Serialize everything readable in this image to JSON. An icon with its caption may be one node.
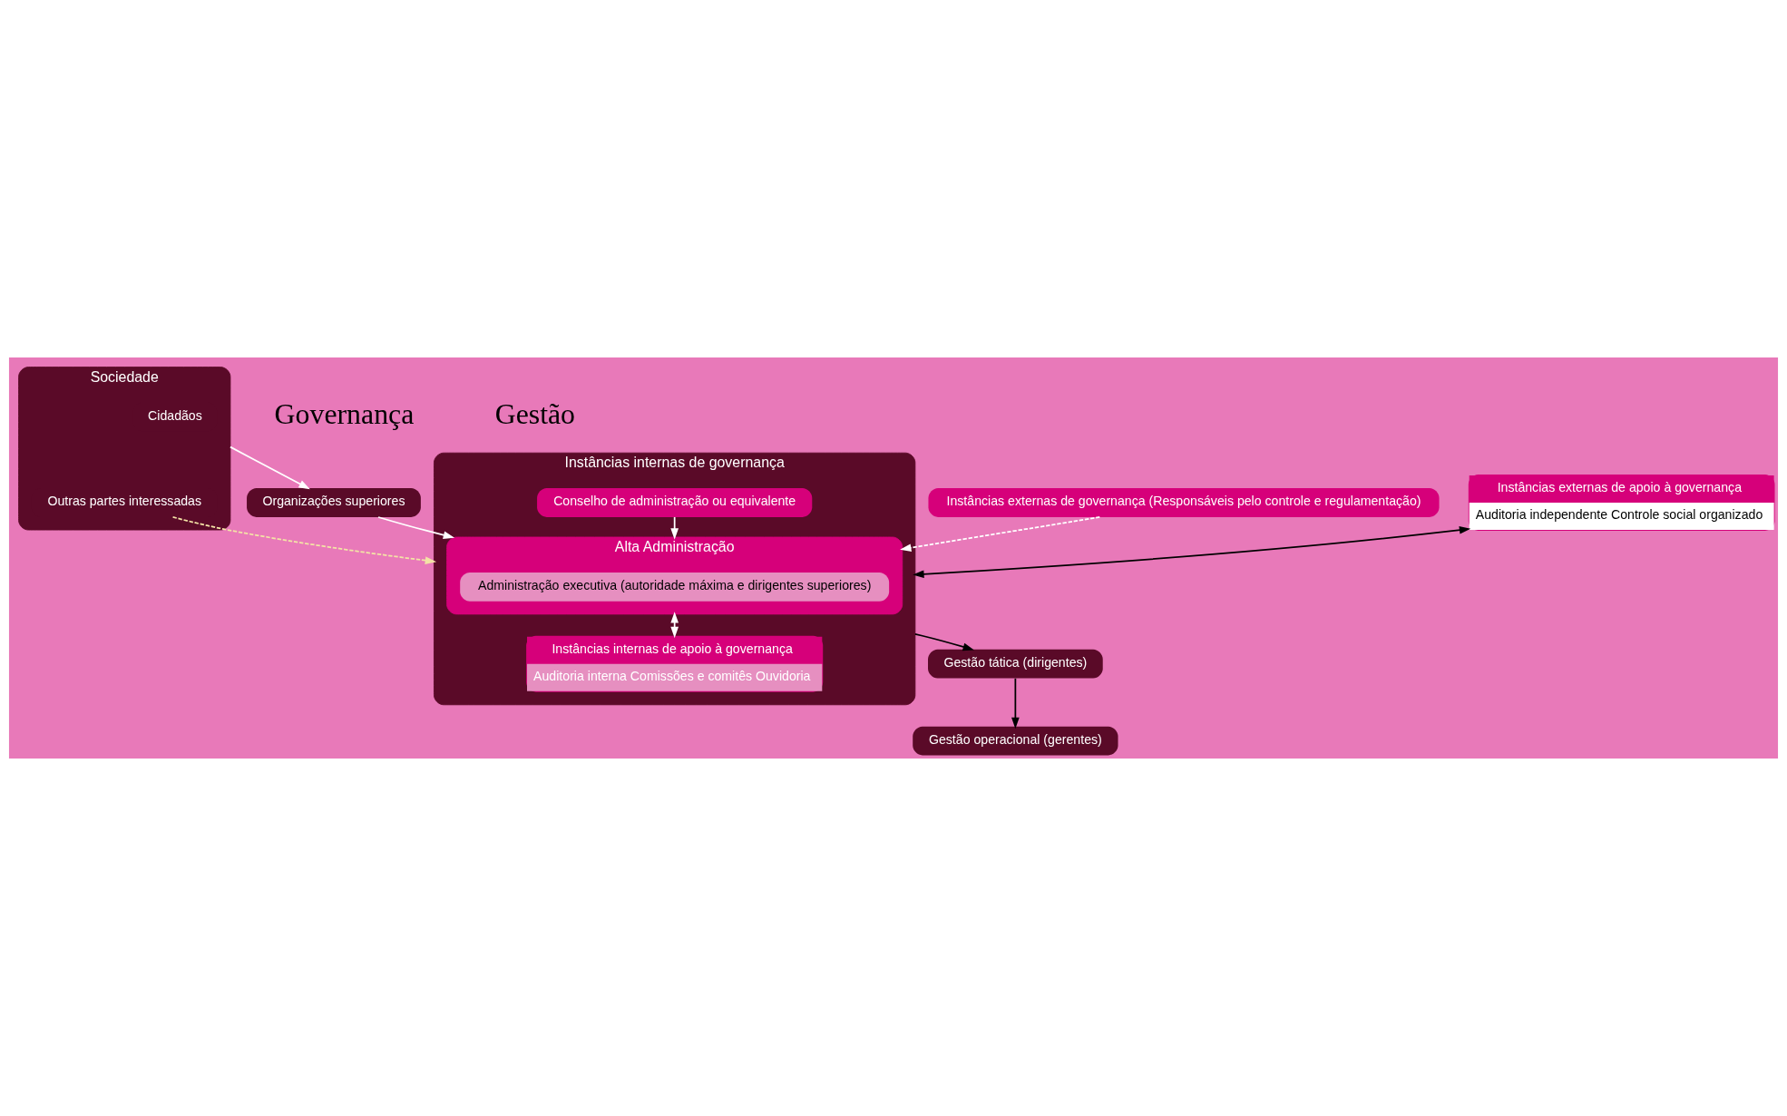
{
  "diagram": {
    "nodes": [
      {
        "text": [
          "Sociedade"
        ]
      },
      {
        "text": [
          "Cidadãos"
        ],
        "in": 0
      },
      {
        "text": [
          "Outras partes interessadas"
        ],
        "in": 0
      },
      {
        "text": [
          "Organizações superiores"
        ]
      },
      {
        "text": [
          "Instâncias externas de governança (Responsáveis pelo controle e regulamentação)"
        ]
      },
      {
        "text": [
          "Instâncias externas de apoio à governança",
          "Auditoria independente Controle social organizado"
        ]
      },
      {
        "text": [
          "Instâncias internas de governança"
        ]
      },
      {
        "text": [
          "Alta Administração"
        ],
        "in": 6
      },
      {
        "text": [
          "Administração executiva (autoridade máxima e dirigentes superiores)"
        ],
        "in": 7
      },
      {
        "text": [
          "Conselho de administração ou equivalente"
        ],
        "in": 6
      },
      {
        "text": [
          "Instâncias internas de apoio à governança",
          "Auditoria interna Comissões e comitês Ouvidoria"
        ],
        "in": 6
      },
      {
        "text": [
          "Gestão tática (dirigentes)"
        ]
      },
      {
        "text": [
          "Gestão operacional (gerentes)"
        ]
      }
    ],
    "edges": [
      {
        "from": 0,
        "to": 3,
        "arrow": "to"
      },
      {
        "from": 2,
        "to": 6,
        "arrow": "to",
        "style": "dashed",
        "color": "#f3e3a6"
      },
      {
        "from": 4,
        "to": 7,
        "arrow": "to",
        "style": "dashed"
      },
      {
        "from": 3,
        "to": 7,
        "arrow": "to"
      },
      {
        "from": 9,
        "to": 7,
        "arrow": "to"
      },
      {
        "from": 5,
        "to": 6,
        "arrow": "both",
        "color": "#000000"
      },
      {
        "from": 7,
        "to": 10,
        "arrow": "both"
      },
      {
        "from": 6,
        "to": 11,
        "arrow": "to",
        "color": "#000000"
      },
      {
        "from": 11,
        "to": 12,
        "arrow": "to",
        "color": "#000000"
      }
    ],
    "labels": [
      "Governança",
      "Gestão"
    ]
  }
}
